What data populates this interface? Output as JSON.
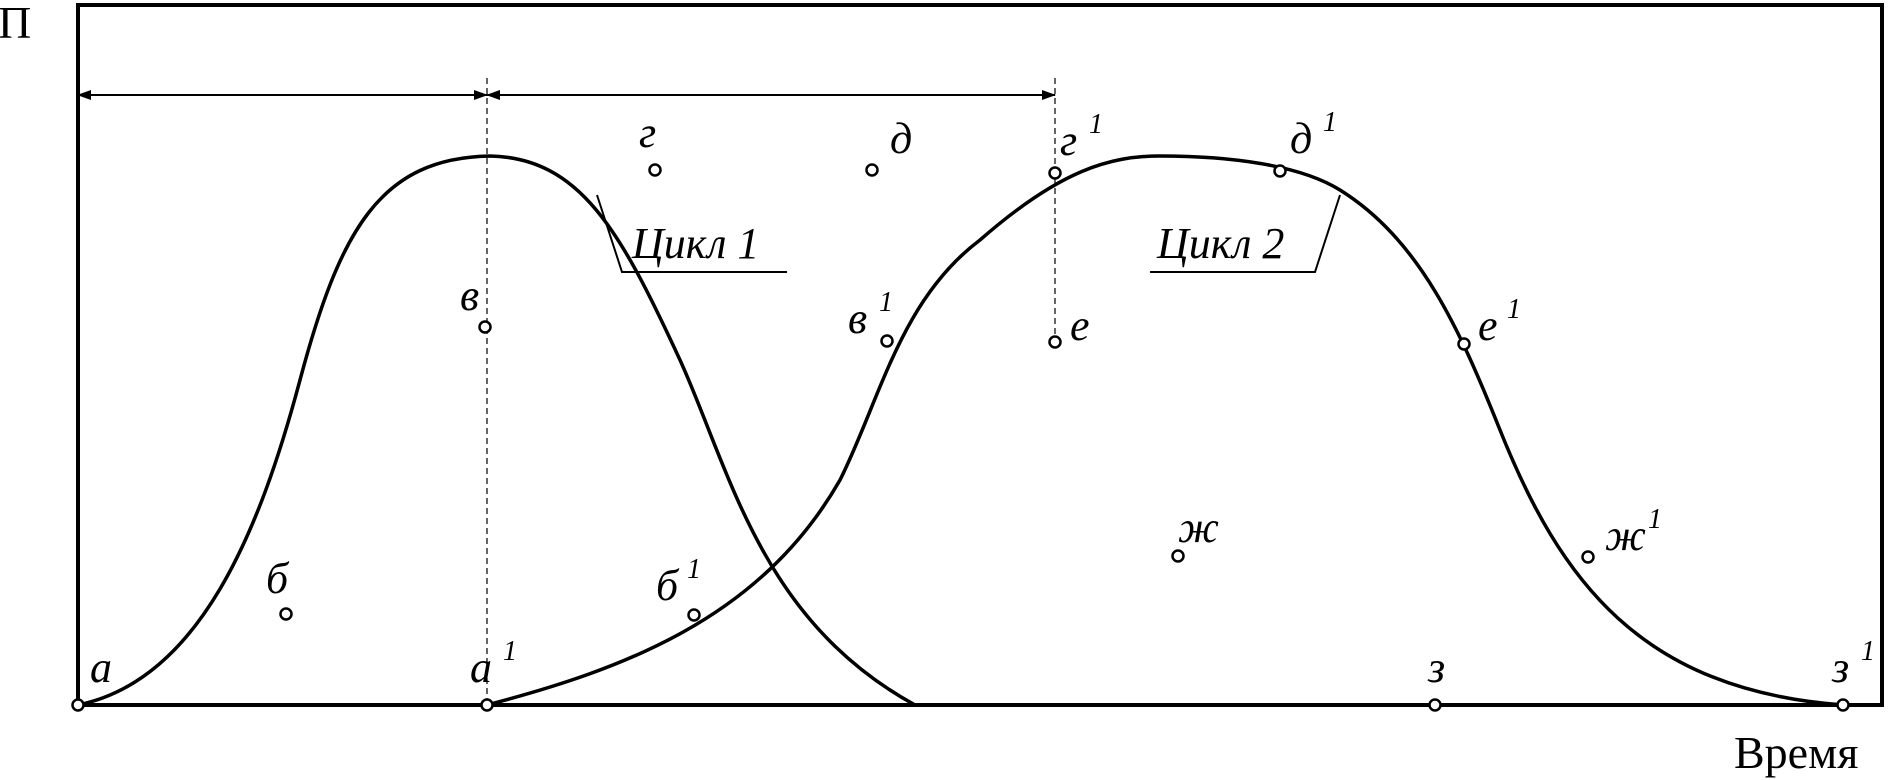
{
  "axes": {
    "y_label": "П",
    "x_label": "Время"
  },
  "cycles": [
    {
      "label": "Цикл 1"
    },
    {
      "label": "Цикл 2"
    }
  ],
  "points": {
    "a": {
      "letter": "а"
    },
    "b": {
      "letter": "б"
    },
    "v": {
      "letter": "в"
    },
    "g": {
      "letter": "г"
    },
    "d": {
      "letter": "д"
    },
    "e": {
      "letter": "е"
    },
    "zh": {
      "letter": "ж"
    },
    "z": {
      "letter": "з"
    },
    "a1": {
      "letter": "а",
      "sup": "1"
    },
    "b1": {
      "letter": "б",
      "sup": "1"
    },
    "v1": {
      "letter": "в",
      "sup": "1"
    },
    "g1": {
      "letter": "г",
      "sup": "1"
    },
    "d1": {
      "letter": "д",
      "sup": "1"
    },
    "e1": {
      "letter": "е",
      "sup": "1"
    },
    "zh1": {
      "letter": "ж",
      "sup": "1"
    },
    "z1": {
      "letter": "з",
      "sup": "1"
    }
  }
}
